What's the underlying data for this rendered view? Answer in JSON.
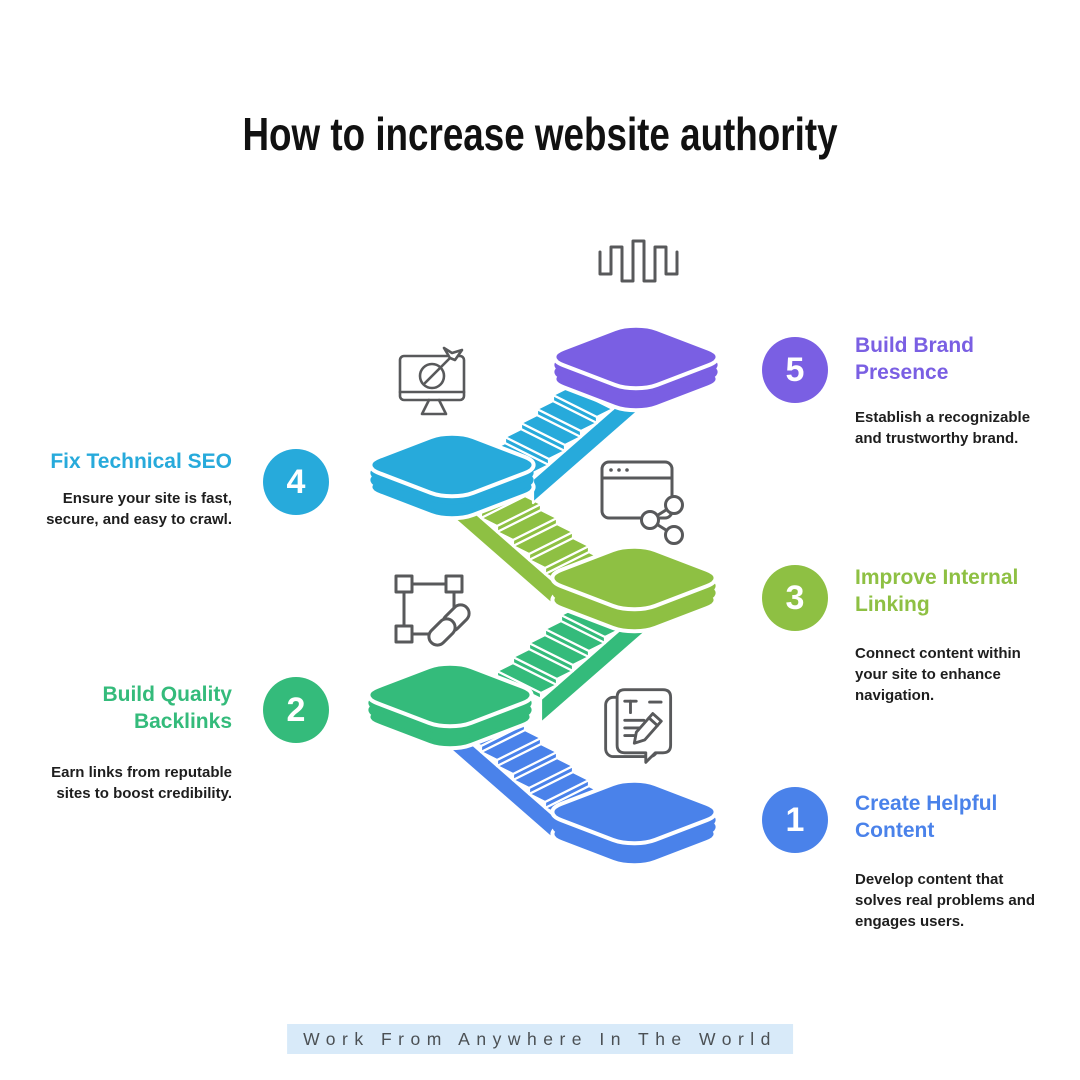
{
  "title": "How to increase website authority",
  "steps": [
    {
      "number": "1",
      "heading": "Create Helpful\nContent",
      "description": "Develop content that\nsolves real problems and\nengages users.",
      "color": "#4A82EA",
      "icon": "document-pencil-icon"
    },
    {
      "number": "2",
      "heading": "Build Quality\nBacklinks",
      "description": "Earn links from reputable\nsites to boost credibility.",
      "color": "#34BB7B",
      "icon": "frame-link-icon"
    },
    {
      "number": "3",
      "heading": "Improve Internal\nLinking",
      "description": "Connect content within\nyour site to enhance\nnavigation.",
      "color": "#8EC043",
      "icon": "browser-share-icon"
    },
    {
      "number": "4",
      "heading": "Fix Technical SEO",
      "description": "Ensure your site is fast,\nsecure, and easy to crawl.",
      "color": "#27AADB",
      "icon": "monitor-target-icon"
    },
    {
      "number": "5",
      "heading": "Build Brand\nPresence",
      "description": "Establish a recognizable\nand trustworthy brand.",
      "color": "#7A5FE3",
      "icon": "waveform-icon"
    }
  ],
  "footer": {
    "text": "Work From Anywhere In The World",
    "background": "#D8EAF9",
    "text_color": "#4B5054"
  },
  "palette": {
    "icon_outline": "#58595B",
    "title_color": "#111111",
    "description_color": "#1E1E1E",
    "stair_outline": "#FFFFFF"
  }
}
